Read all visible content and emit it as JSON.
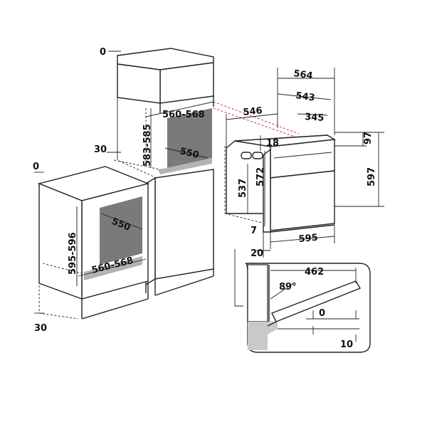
{
  "colors": {
    "line": "#222222",
    "cavity": "#7a7a7a",
    "cavity_floor": "#b3b3b3",
    "red_guide": "#d21f2b",
    "background": "#ffffff"
  },
  "tall_unit": {
    "top_clearance": "0",
    "width_range": "560-568",
    "height_range": "583-585",
    "depth": "550",
    "bottom_gap": "30"
  },
  "base_unit": {
    "top_clearance": "0",
    "depth": "550",
    "height_range": "595-596",
    "width_range": "560-568",
    "bottom_gap": "30"
  },
  "oven": {
    "overall_depth": "564",
    "depth_543": "543",
    "body_depth": "546",
    "depth_345": "345",
    "top_offset": "18",
    "top_panel": "97",
    "body_height_537": "537",
    "body_height_572": "572",
    "front_height": "597",
    "bottom_offset": "7",
    "front_width": "595",
    "side_offset": "20"
  },
  "door_detail": {
    "opening_depth": "462",
    "angle": "89°",
    "clearance": "0",
    "drop": "10"
  }
}
